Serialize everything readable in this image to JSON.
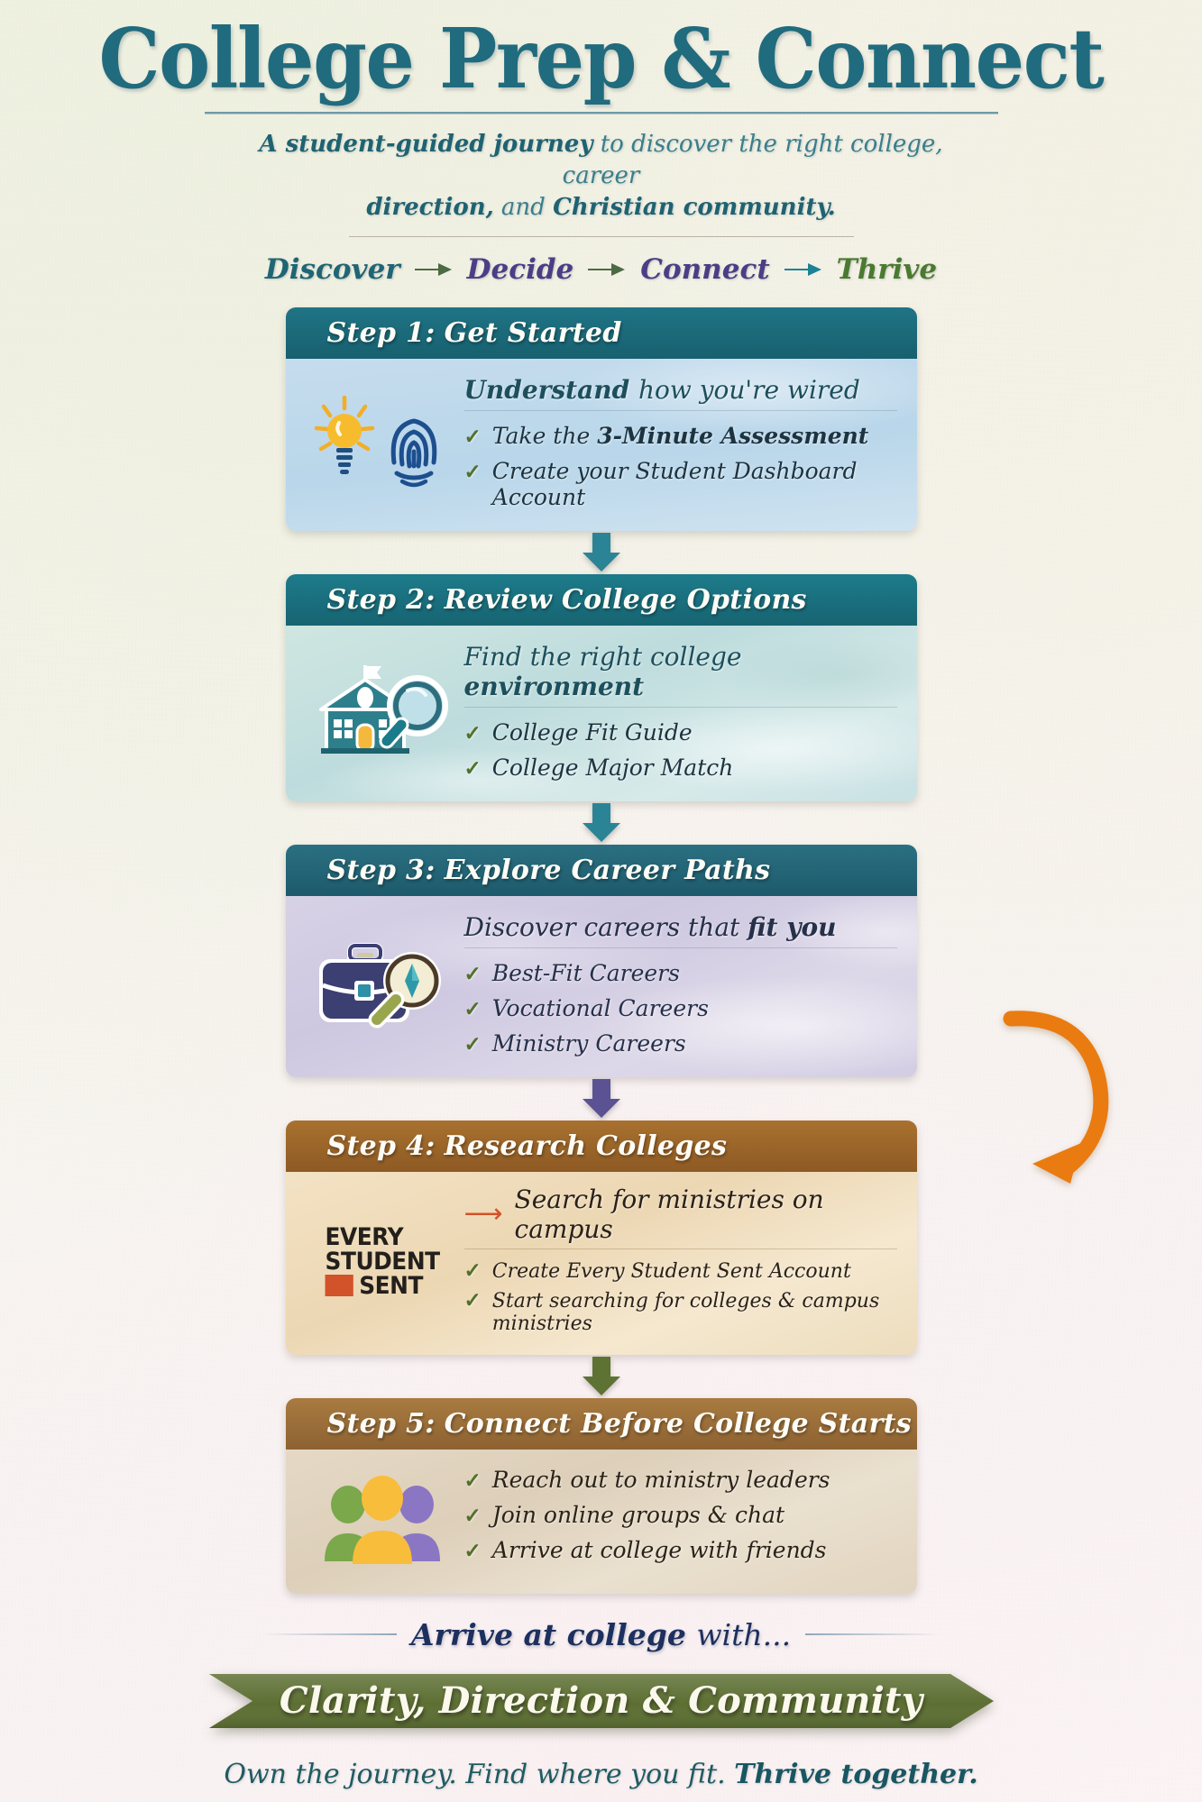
{
  "header": {
    "title": "College Prep & Connect",
    "subtitle_line1_a": "A student-guided journey",
    "subtitle_line1_b": " to discover the right college, career",
    "subtitle_line2_a": "direction,",
    "subtitle_line2_b": " and ",
    "subtitle_line2_c": "Christian community.",
    "journey": [
      {
        "label": "Discover",
        "color": "#1f6575",
        "tone": "teal"
      },
      {
        "label": "Decide",
        "color": "#4c3d86",
        "tone": "purple"
      },
      {
        "label": "Connect",
        "color": "#4c3d86",
        "tone": "purple"
      },
      {
        "label": "Thrive",
        "color": "#4a7a30",
        "tone": "green"
      }
    ],
    "arrow_colors": [
      "#4c6b43",
      "#4c6b43",
      "#1b8397"
    ]
  },
  "steps": [
    {
      "number": "Step 1:",
      "title": "Get Started",
      "lead_plain": "Understand ",
      "lead_rest": "how you're wired",
      "icons": [
        "lightbulb-icon",
        "fingerprint-icon"
      ],
      "bullets": [
        {
          "pre": "Take the ",
          "strong": "3-Minute Assessment",
          "post": ""
        },
        {
          "pre": "Create your Student Dashboard Account",
          "strong": "",
          "post": ""
        }
      ]
    },
    {
      "number": "Step 2:",
      "title": "Review College Options",
      "lead_plain": "Find the right college ",
      "lead_rest": "environment",
      "icons": [
        "school-building-icon",
        "magnifier-icon"
      ],
      "bullets": [
        {
          "pre": "College Fit Guide",
          "strong": "",
          "post": ""
        },
        {
          "pre": "College Major Match",
          "strong": "",
          "post": ""
        }
      ]
    },
    {
      "number": "Step 3:",
      "title": "Explore Career Paths",
      "lead_plain": "Discover careers that ",
      "lead_rest": "fit you",
      "icons": [
        "briefcase-icon",
        "magnifier-compass-icon"
      ],
      "bullets": [
        {
          "pre": "Best-Fit Careers",
          "strong": "",
          "post": ""
        },
        {
          "pre": "Vocational Careers",
          "strong": "",
          "post": ""
        },
        {
          "pre": "Ministry Careers",
          "strong": "",
          "post": ""
        }
      ]
    },
    {
      "number": "Step 4:",
      "title": "Research Colleges",
      "lead_plain": "Search for ministries on campus",
      "lead_rest": "",
      "icons": [
        "every-student-sent-logo"
      ],
      "logo": {
        "line1": "EVERY",
        "line2": "STUDENT",
        "line3": "SENT",
        "square_color": "#d2522a"
      },
      "bullets": [
        {
          "pre": "Create Every Student Sent Account",
          "strong": "",
          "post": ""
        },
        {
          "pre": "Start searching for colleges & campus ministries",
          "strong": "",
          "post": ""
        }
      ]
    },
    {
      "number": "Step 5:",
      "title": "Connect Before College Starts",
      "lead_plain": "",
      "lead_rest": "",
      "icons": [
        "people-group-icon"
      ],
      "bullets": [
        {
          "pre": "Reach out to ministry leaders",
          "strong": "",
          "post": ""
        },
        {
          "pre": "Join online groups & chat",
          "strong": "",
          "post": ""
        },
        {
          "pre": "Arrive at college with friends",
          "strong": "",
          "post": ""
        }
      ]
    }
  ],
  "connectors": [
    {
      "color": "#2b8496",
      "between": "step1-step2"
    },
    {
      "color": "#2b8496",
      "between": "step2-step3"
    },
    {
      "color": "#5b5294",
      "between": "step3-step4"
    },
    {
      "color": "#5e7233",
      "between": "step4-step5"
    }
  ],
  "loop_arrow": {
    "color": "#ea7b11",
    "label": "feedback-loop-arrow"
  },
  "footer": {
    "outcome_plain": "Arrive at college ",
    "outcome_thin": "with...",
    "ribbon": "Clarity, Direction & Community",
    "ribbon_color": "#5d6f33",
    "tagline_plain": "Own the journey. Find where you fit. ",
    "tagline_bold": "Thrive together."
  }
}
